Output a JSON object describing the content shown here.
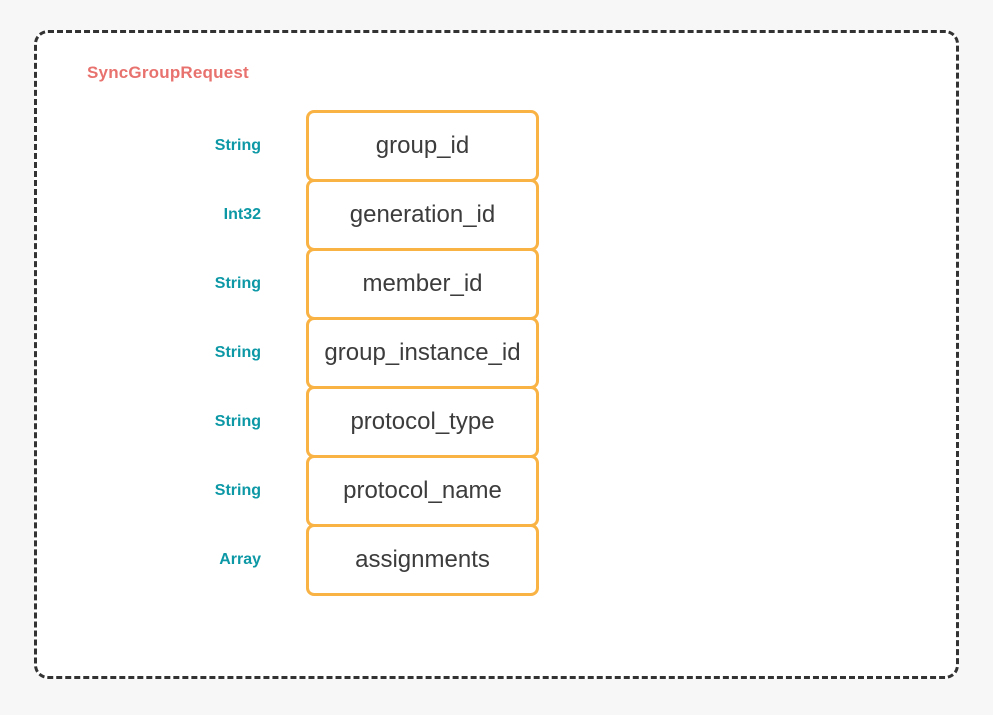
{
  "diagram": {
    "title": "SyncGroupRequest",
    "title_color": "#e8726e",
    "background_color": "#f7f7f7",
    "panel_color": "#ffffff",
    "border_color": "#333333",
    "field_border_color": "#f9b244",
    "field_text_color": "#3c3c3c",
    "type_label_color": "#0d98a6",
    "fields": [
      {
        "type": "String",
        "name": "group_id"
      },
      {
        "type": "Int32",
        "name": "generation_id"
      },
      {
        "type": "String",
        "name": "member_id"
      },
      {
        "type": "String",
        "name": "group_instance_id"
      },
      {
        "type": "String",
        "name": "protocol_type"
      },
      {
        "type": "String",
        "name": "protocol_name"
      },
      {
        "type": "Array",
        "name": "assignments"
      }
    ]
  }
}
